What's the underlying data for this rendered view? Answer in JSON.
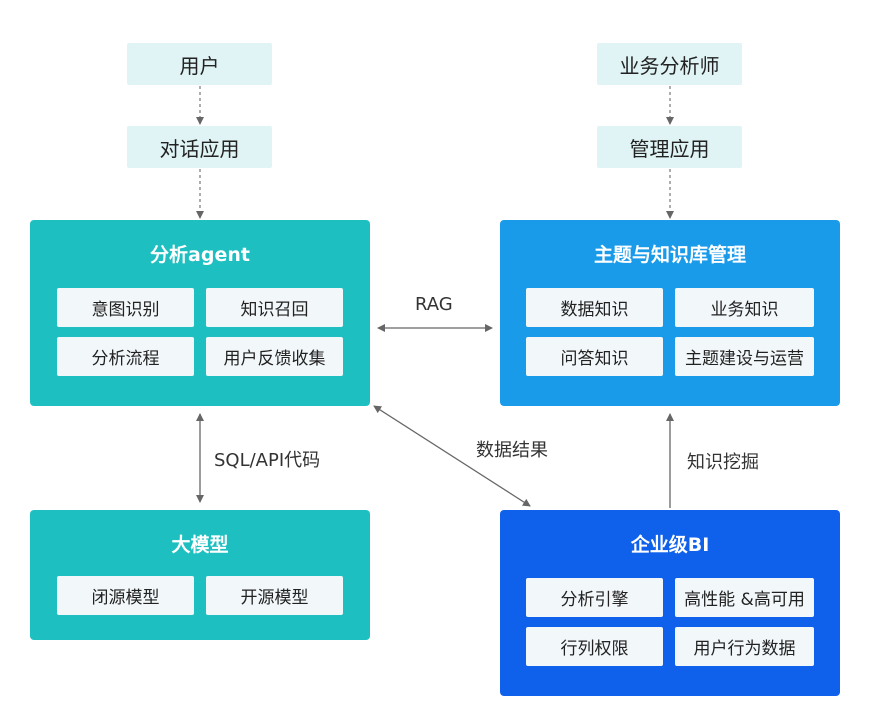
{
  "colors": {
    "teal": "#1ebfc0",
    "blue": "#1a9bea",
    "deep_blue": "#0f61ec",
    "top_box_bg": "#e0f4f5",
    "chip_bg": "#f2f7fa",
    "arrow": "#666666"
  },
  "left_column": {
    "user": "用户",
    "dialog_app": "对话应用"
  },
  "right_column": {
    "analyst": "业务分析师",
    "management_app": "管理应用"
  },
  "agent_panel": {
    "title": "分析agent",
    "items": [
      "意图识别",
      "知识召回",
      "分析流程",
      "用户反馈收集"
    ]
  },
  "knowledge_panel": {
    "title": "主题与知识库管理",
    "items": [
      "数据知识",
      "业务知识",
      "问答知识",
      "主题建设与运营"
    ]
  },
  "llm_panel": {
    "title": "大模型",
    "items": [
      "闭源模型",
      "开源模型"
    ]
  },
  "bi_panel": {
    "title": "企业级BI",
    "items": [
      "分析引擎",
      "高性能 &高可用",
      "行列权限",
      "用户行为数据"
    ]
  },
  "edges": {
    "rag": "RAG",
    "sql_api": "SQL/API代码",
    "data_result": "数据结果",
    "knowledge_mining": "知识挖掘"
  }
}
